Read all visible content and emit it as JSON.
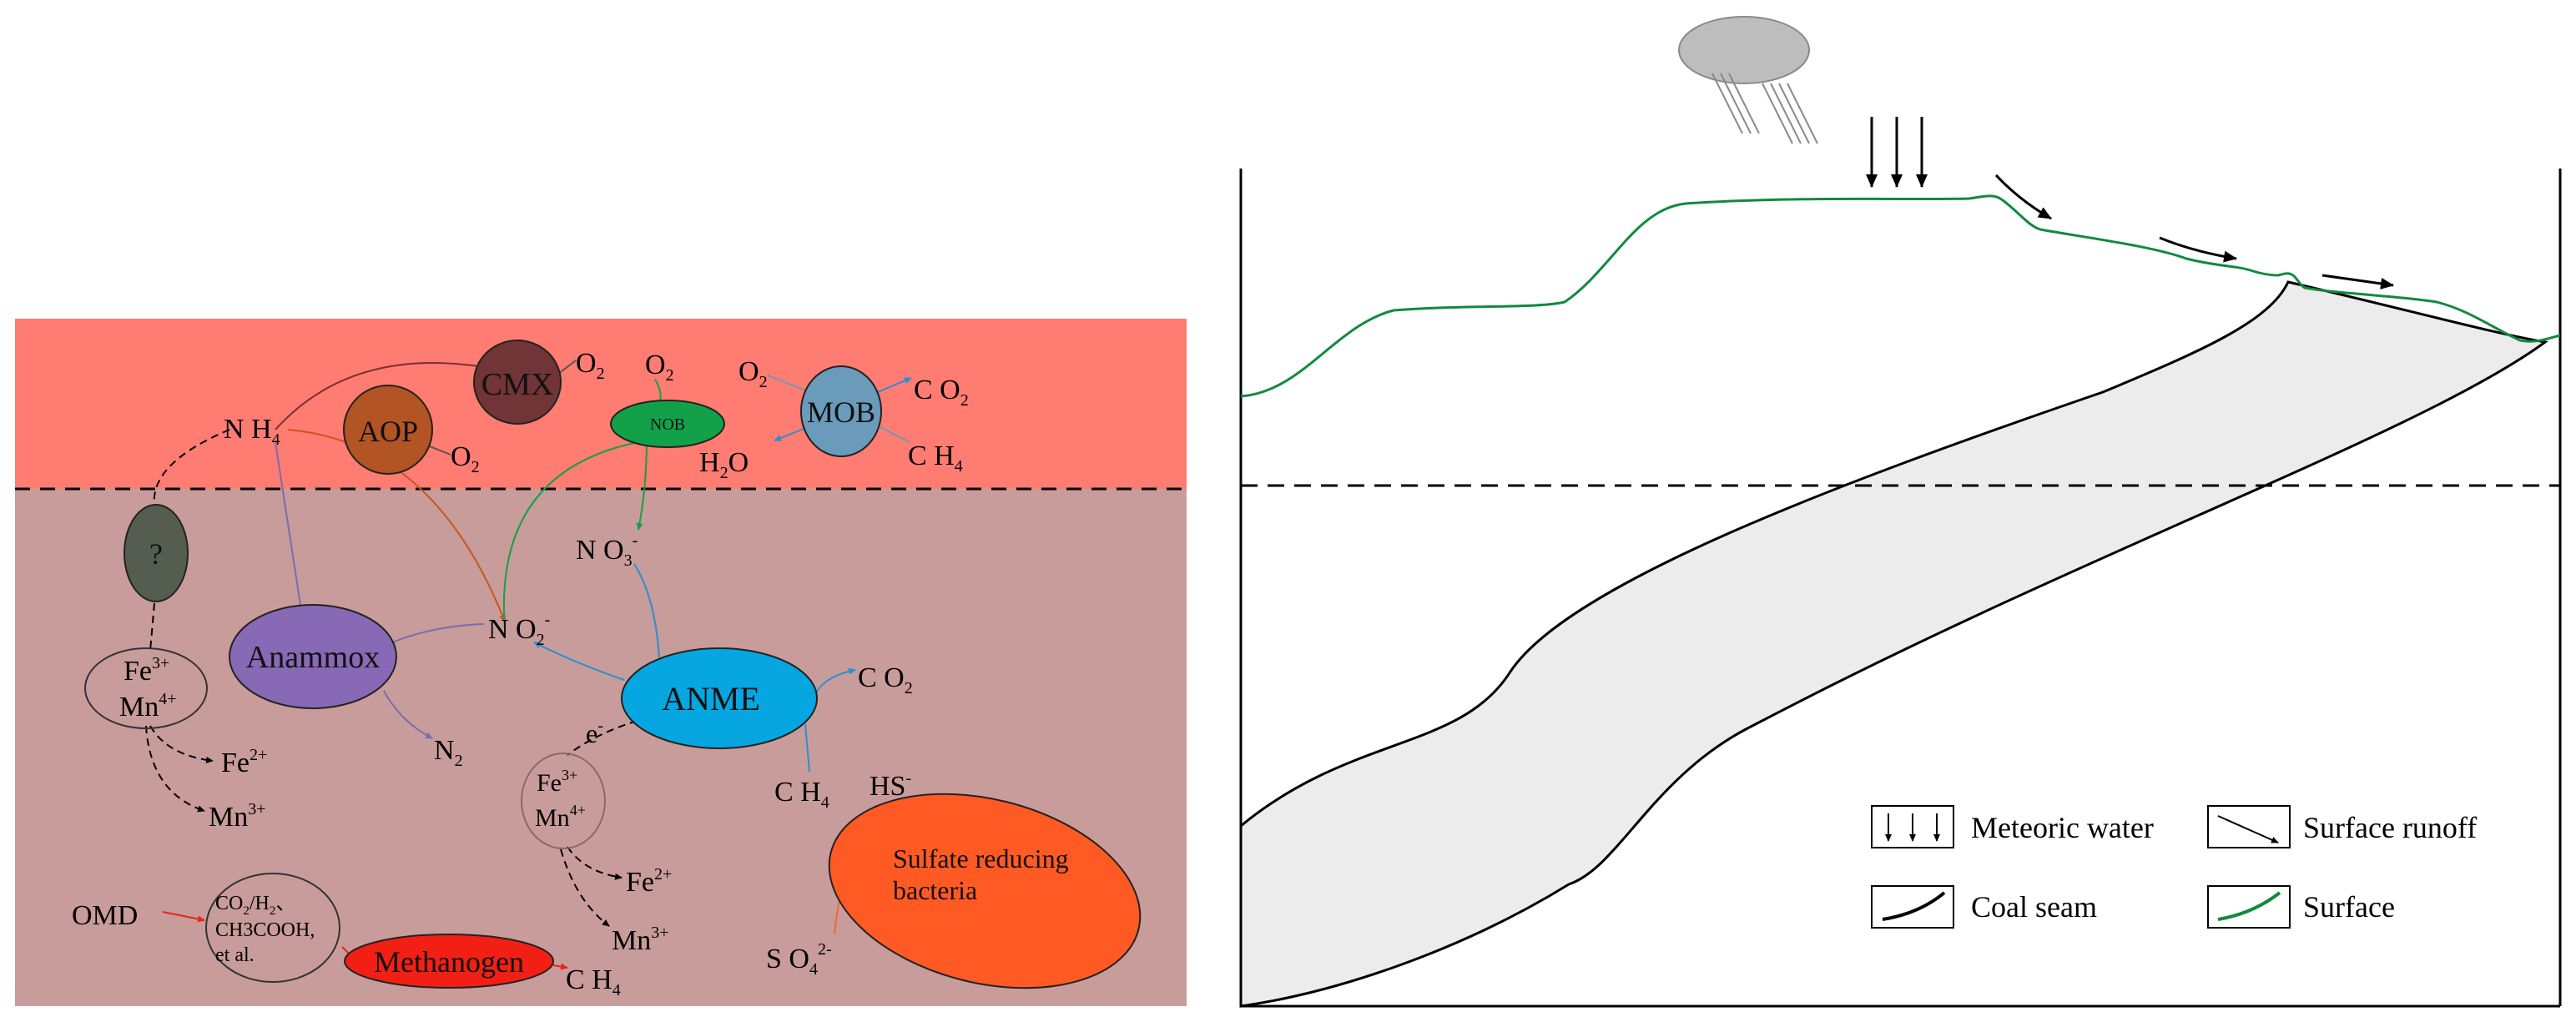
{
  "colors": {
    "aerobic_zone": "#ff7c72",
    "anaerobic_zone": "#c89c9a",
    "cmx": "#713437",
    "aop": "#b25423",
    "nob": "#12a148",
    "mob": "#6a9bbb",
    "unknown_microbe": "#545d50",
    "anammox": "#8769b5",
    "anme": "#06a6e0",
    "methanogen": "#f11f14",
    "srb": "#ff5a24",
    "surface_line": "#118a3e",
    "coal_fill": "#ececec",
    "cloud": "#bdbdbd"
  },
  "microbes": {
    "cmx": "CMX",
    "aop": "AOP",
    "nob": "NOB",
    "mob": "MOB",
    "unknown": "?",
    "anammox": "Anammox",
    "anme": "ANME",
    "methanogen": "Methanogen",
    "srb_line1": "Sulfate reducing",
    "srb_line2": "bacteria"
  },
  "chemicals": {
    "nh4": "N H",
    "nh4_sub": "4",
    "o2": "O",
    "o2_sub": "2",
    "co2": "C O",
    "co2_sub": "2",
    "h2o_h": "H",
    "h2o_sub": "2",
    "h2o_o": "O",
    "ch4": "C H",
    "ch4_sub": "4",
    "no3": "N O",
    "no3_sub": "3",
    "no3_sup": "-",
    "no2": "N O",
    "no2_sub": "2",
    "no2_sup": "-",
    "n2": "N",
    "n2_sub": "2",
    "fe": "Fe",
    "fe3_sup": "3+",
    "fe2_sup": "2+",
    "mn": "Mn",
    "mn4_sup": "4+",
    "mn3_sup": "3+",
    "electron": "e",
    "electron_sup": "-",
    "hs": "HS",
    "hs_sup": "-",
    "so4": "S O",
    "so4_sub": "4",
    "so4_sup": "2-",
    "omd": "OMD",
    "substrate_line1_a": "CO",
    "substrate_line1_sub": "2",
    "substrate_line1_b": "/H",
    "substrate_line1_c": "、",
    "substrate_line2": "CH3COOH,",
    "substrate_line3": "et al."
  },
  "legend": {
    "meteoric_water": "Meteoric water",
    "surface_runoff": "Surface runoff",
    "coal_seam": "Coal seam",
    "surface": "Surface"
  }
}
